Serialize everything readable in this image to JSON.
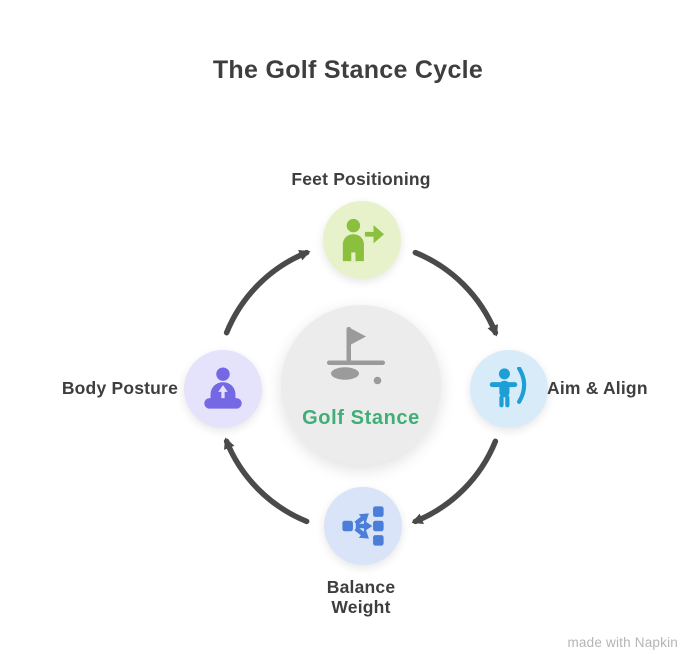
{
  "title": "The Golf Stance Cycle",
  "text_color": "#3e3e3e",
  "center": {
    "label": "Golf Stance",
    "label_color": "#3fae77",
    "bg": "#ececec",
    "icon": "golf-flag-icon",
    "icon_color": "#9b9b9b"
  },
  "nodes": {
    "top": {
      "label": "Feet Positioning",
      "icon": "person-step-right-icon",
      "bg": "#e7f2cb",
      "icon_color": "#8bbf3e"
    },
    "right": {
      "label": "Aim & Align",
      "icon": "archer-icon",
      "bg": "#d7ecf8",
      "icon_color": "#1d9fd6"
    },
    "bottom": {
      "label_line1": "Balance",
      "label_line2": "Weight",
      "icon": "split-arrows-icon",
      "bg": "#d9e4f8",
      "icon_color": "#4a7ed8"
    },
    "left": {
      "label": "Body Posture",
      "icon": "meditation-icon",
      "bg": "#e5e2fb",
      "icon_color": "#7468e4"
    }
  },
  "arrows": {
    "color": "#4a4a4a",
    "direction": "clockwise"
  },
  "watermark": "made with Napkin"
}
